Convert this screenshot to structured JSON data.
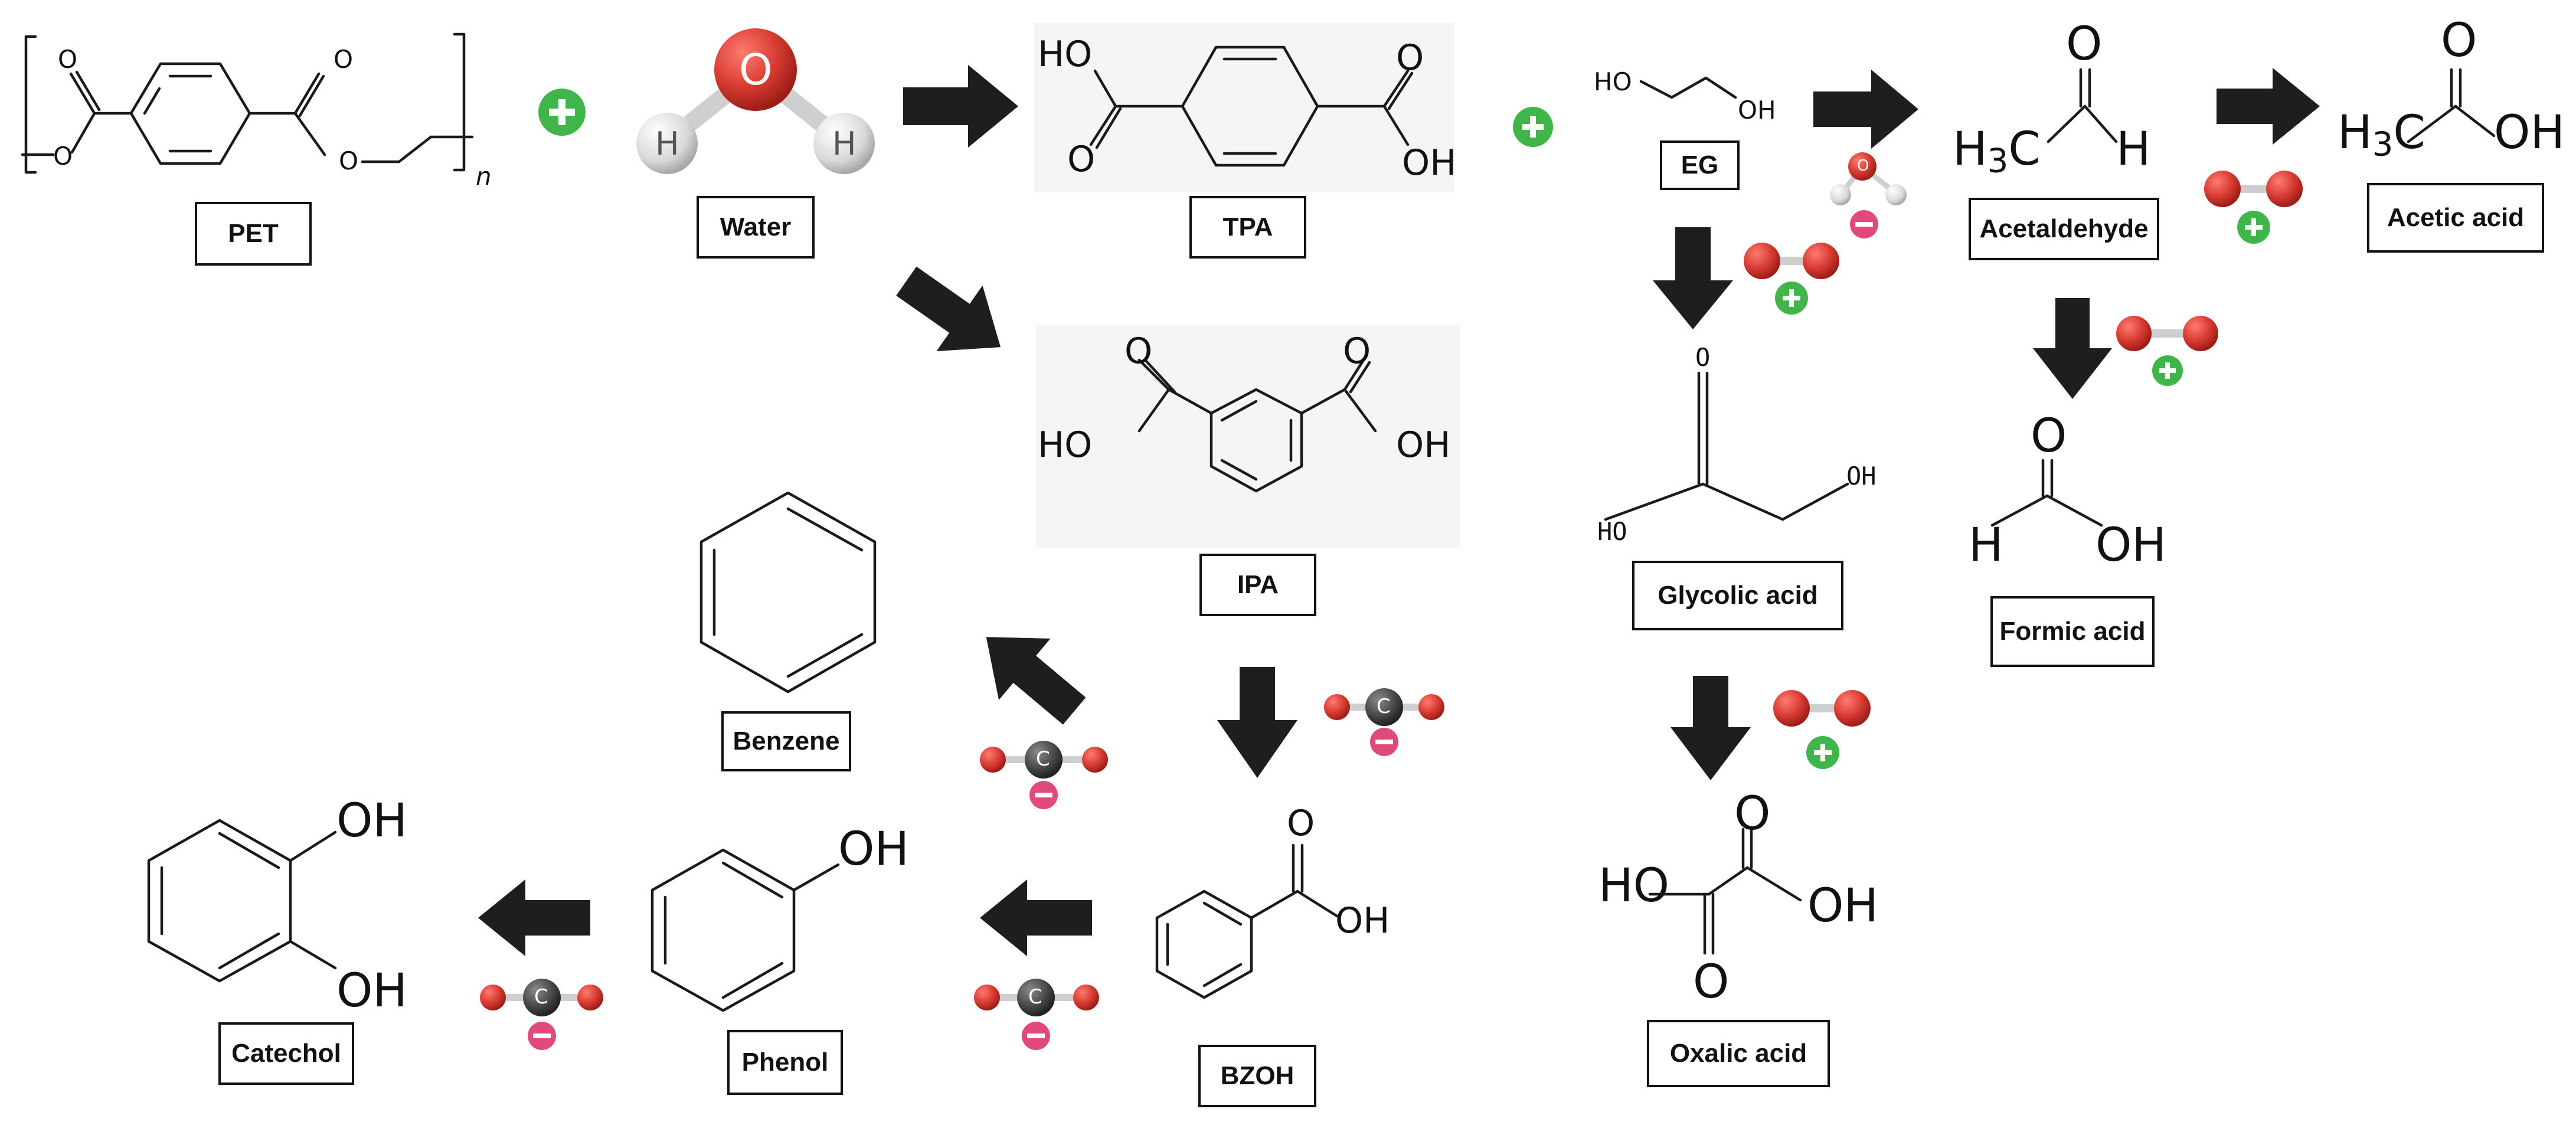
{
  "labels": {
    "pet": "PET",
    "water": "Water",
    "tpa": "TPA",
    "eg": "EG",
    "acetaldehyde": "Acetaldehyde",
    "acetic_acid": "Acetic acid",
    "ipa": "IPA",
    "glycolic_acid": "Glycolic acid",
    "formic_acid": "Formic acid",
    "benzene": "Benzene",
    "oxalic_acid": "Oxalic acid",
    "catechol": "Catechol",
    "phenol": "Phenol",
    "bzoh": "BZOH"
  },
  "atoms": {
    "O": "O",
    "OH": "OH",
    "HO": "HO",
    "H": "H",
    "C": "C",
    "n": "n",
    "H3C_main": "H",
    "H3C_sub": "3",
    "H3C_tail": "C"
  },
  "colors": {
    "oxygen": "#d63a31",
    "carbon": "#4a4a4a",
    "hydrogen": "#d8d8d8",
    "plus": "#3fb54a",
    "minus": "#e04a78",
    "arrow": "#1e1e1e",
    "panel": "#f5f5f5"
  }
}
